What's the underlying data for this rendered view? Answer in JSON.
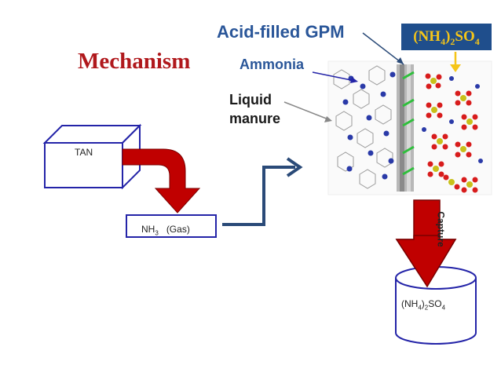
{
  "title": "Mechanism",
  "labels": {
    "gpm": "Acid-filled GPM",
    "ammonia": "Ammonia",
    "manure_line1": "Liquid",
    "manure_line2": "manure",
    "tan": "TAN",
    "nh3": "NH",
    "nh3_sub": "3",
    "nh3_suffix": "(Gas)",
    "capture": "Capture"
  },
  "badge": {
    "a": "(NH",
    "a_sub": "4",
    "b": ")",
    "b_sub": "2",
    "c": "SO",
    "c_sub": "4"
  },
  "product": {
    "a": "(NH",
    "a_sub": "4",
    "b": ")",
    "b_sub": "2",
    "c": "SO",
    "c_sub": "4"
  },
  "colors": {
    "title": "#b0181c",
    "blue_label": "#2a5699",
    "badge_bg": "#1f4e8c",
    "badge_text": "#f5c518",
    "red_arrow": "#c00000",
    "outline_blue": "#2424a8",
    "connector": "#2a4a78"
  }
}
